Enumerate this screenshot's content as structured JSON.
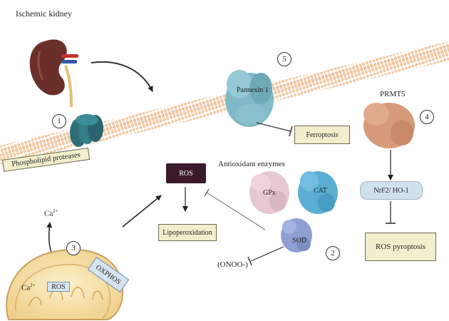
{
  "labels": {
    "ischemic_kidney": "Ischemic kidney",
    "phospholipid_proteases": "Phospholipid proteases",
    "pannexin": "Pannexin 1",
    "ferroptosis": "Ferroptosis",
    "prmt5": "PRMT5",
    "nrf2_ho1": "NrF2/ HO-1",
    "ros_pyroptosis": "ROS pyroptosis",
    "antioxidant_enzymes": "Antioxidant enzymes",
    "ros_top": "ROS",
    "lipoperoxidation": "Lipoperoxidation",
    "gpx": "GPx",
    "cat": "CAT",
    "sod": "SOD",
    "onoo": "(ONOO-)",
    "ca_outside": "Ca",
    "ca_outside_sup": "2+",
    "ca_mito": "Ca",
    "ca_mito_sup": "2+",
    "ros_mito": "ROS",
    "oxphos": "OXPHOS"
  },
  "step_numbers": [
    "1",
    "2",
    "3",
    "4",
    "5"
  ],
  "colors": {
    "membrane_head": "#f2c59b",
    "membrane_tail": "#e9b287",
    "kidney": "#6b2f2a",
    "channel_teal": "#2e6e78",
    "pannexin_blue": "#7fb9c6",
    "prmt5_tan": "#d59b7a",
    "gpx_pink": "#e6c8cf",
    "cat_blue": "#5aaed2",
    "sod_purple": "#8e9fd4",
    "ros_box": "#3c1a2c",
    "nrf2_box": "#cfe2ec",
    "beige_box": "#f3efce",
    "mito_fill": "#f6e6b6",
    "mito_edge": "#c9a15c"
  },
  "icons": [
    "kidney-icon",
    "membrane-channel-icon",
    "pannexin-protein-icon",
    "prmt5-protein-icon",
    "gpx-protein-icon",
    "cat-protein-icon",
    "sod-protein-icon",
    "mitochondrion-icon"
  ]
}
